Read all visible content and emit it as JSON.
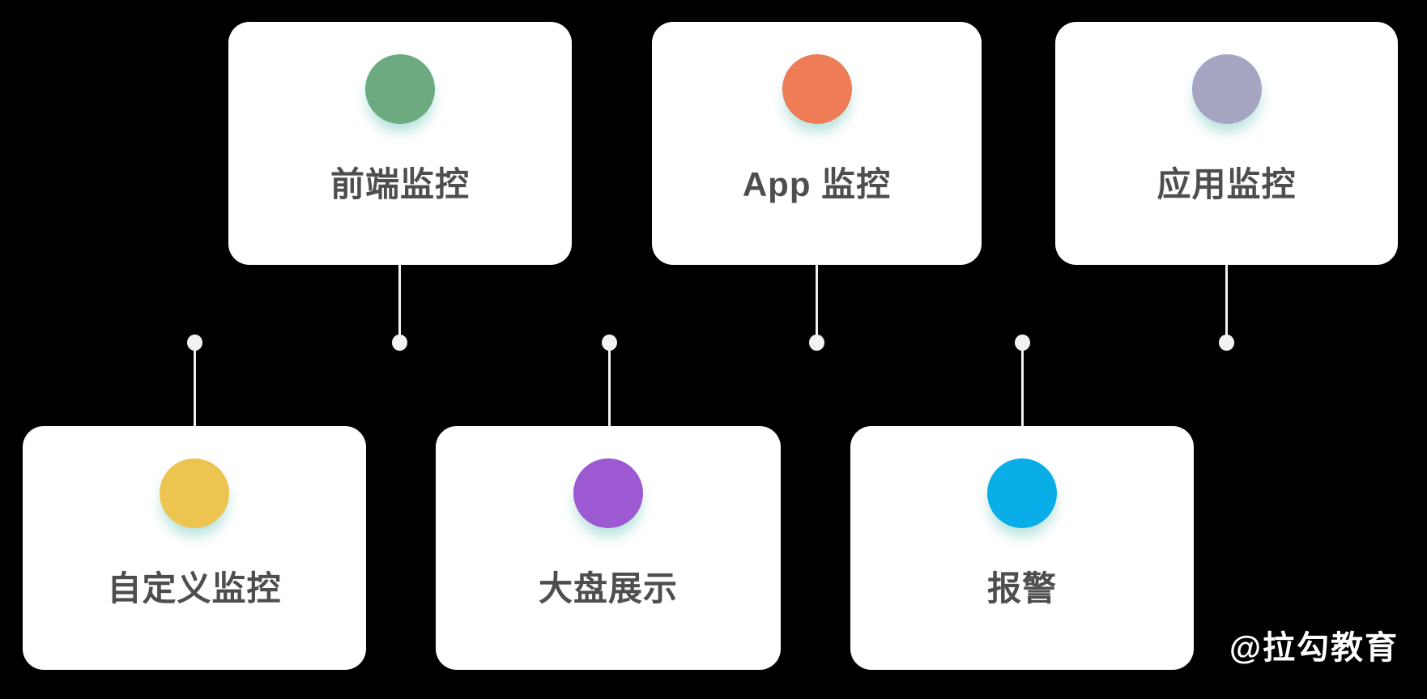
{
  "page": {
    "background_color": "#000000",
    "card_background_color": "#ffffff",
    "label_color": "#4e4e4e",
    "connector_color": "#f2f2f2",
    "watermark": "@拉勾教育",
    "watermark_color": "#ffffff"
  },
  "cards": [
    {
      "label": "前端监控",
      "color": "#6bab7f",
      "row": "top"
    },
    {
      "label": "App 监控",
      "color": "#ed7c57",
      "row": "top"
    },
    {
      "label": "应用监控",
      "color": "#a5a5c2",
      "row": "top"
    },
    {
      "label": "自定义监控",
      "color": "#edc44f",
      "row": "bottom"
    },
    {
      "label": "大盘展示",
      "color": "#9c59d2",
      "row": "bottom"
    },
    {
      "label": "报警",
      "color": "#09aee9",
      "row": "bottom"
    }
  ],
  "icons": [
    {
      "name": "green-circle-icon",
      "card": "前端监控"
    },
    {
      "name": "orange-circle-icon",
      "card": "App 监控"
    },
    {
      "name": "gray-purple-circle-icon",
      "card": "应用监控"
    },
    {
      "name": "yellow-circle-icon",
      "card": "自定义监控"
    },
    {
      "name": "purple-circle-icon",
      "card": "大盘展示"
    },
    {
      "name": "cyan-circle-icon",
      "card": "报警"
    }
  ]
}
